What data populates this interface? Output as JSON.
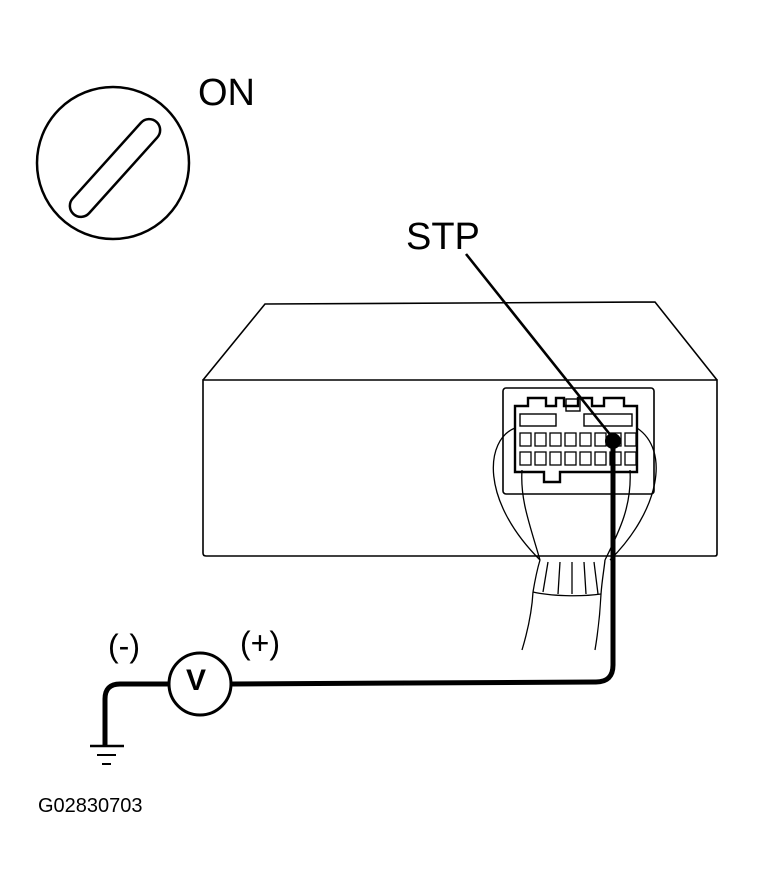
{
  "labels": {
    "ignition": "ON",
    "terminal": "STP",
    "negative": "(-)",
    "positive": "(+)",
    "meter": "V",
    "figure_code": "G02830703"
  },
  "icons": {
    "ignition_switch": "ignition-key-icon",
    "voltmeter": "voltmeter-icon",
    "ground": "ground-symbol-icon"
  },
  "colors": {
    "line": "#000000",
    "background": "#ffffff"
  }
}
